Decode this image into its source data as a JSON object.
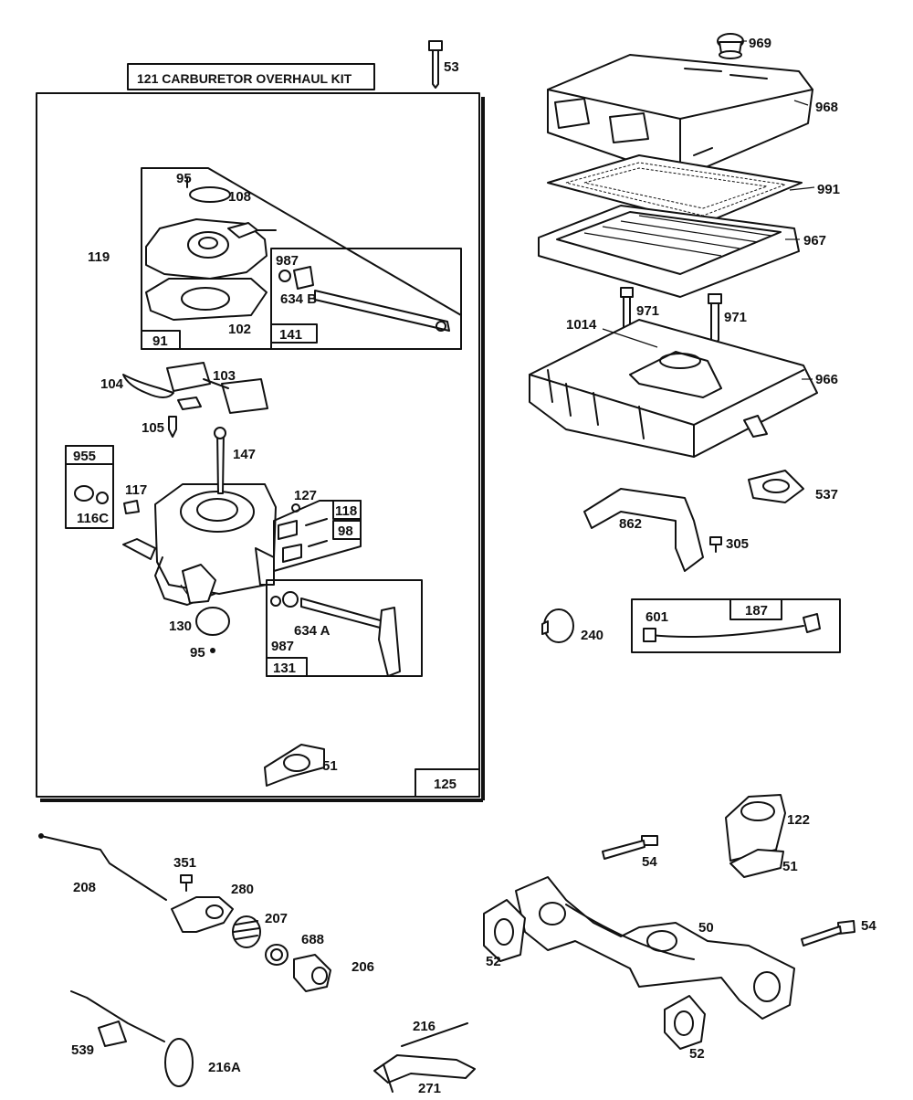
{
  "kit_title": "121  CARBURETOR OVERHAUL KIT",
  "box_labels": {
    "b91": "91",
    "b141": "141",
    "b955": "955",
    "b118": "118",
    "b98": "98",
    "b131": "131",
    "b125": "125",
    "b187": "187"
  },
  "parts": {
    "p53": "53",
    "p969": "969",
    "p968": "968",
    "p991": "991",
    "p967": "967",
    "p971a": "971",
    "p971b": "971",
    "p1014": "1014",
    "p966": "966",
    "p537": "537",
    "p862": "862",
    "p305": "305",
    "p240": "240",
    "p601": "601",
    "p95a": "95",
    "p108": "108",
    "p119": "119",
    "p987a": "987",
    "p634b": "634 B",
    "p102": "102",
    "p104": "104",
    "p103": "103",
    "p105": "105",
    "p147": "147",
    "p116c": "116C",
    "p117": "117",
    "p127": "127",
    "p130": "130",
    "p95b": "95",
    "p987b": "987",
    "p634a": "634 A",
    "p51a": "51",
    "p122": "122",
    "p51b": "51",
    "p54a": "54",
    "p54b": "54",
    "p50": "50",
    "p52a": "52",
    "p52b": "52",
    "p208": "208",
    "p351": "351",
    "p280": "280",
    "p207": "207",
    "p688": "688",
    "p206": "206",
    "p539": "539",
    "p216a": "216A",
    "p216": "216",
    "p271": "271"
  }
}
